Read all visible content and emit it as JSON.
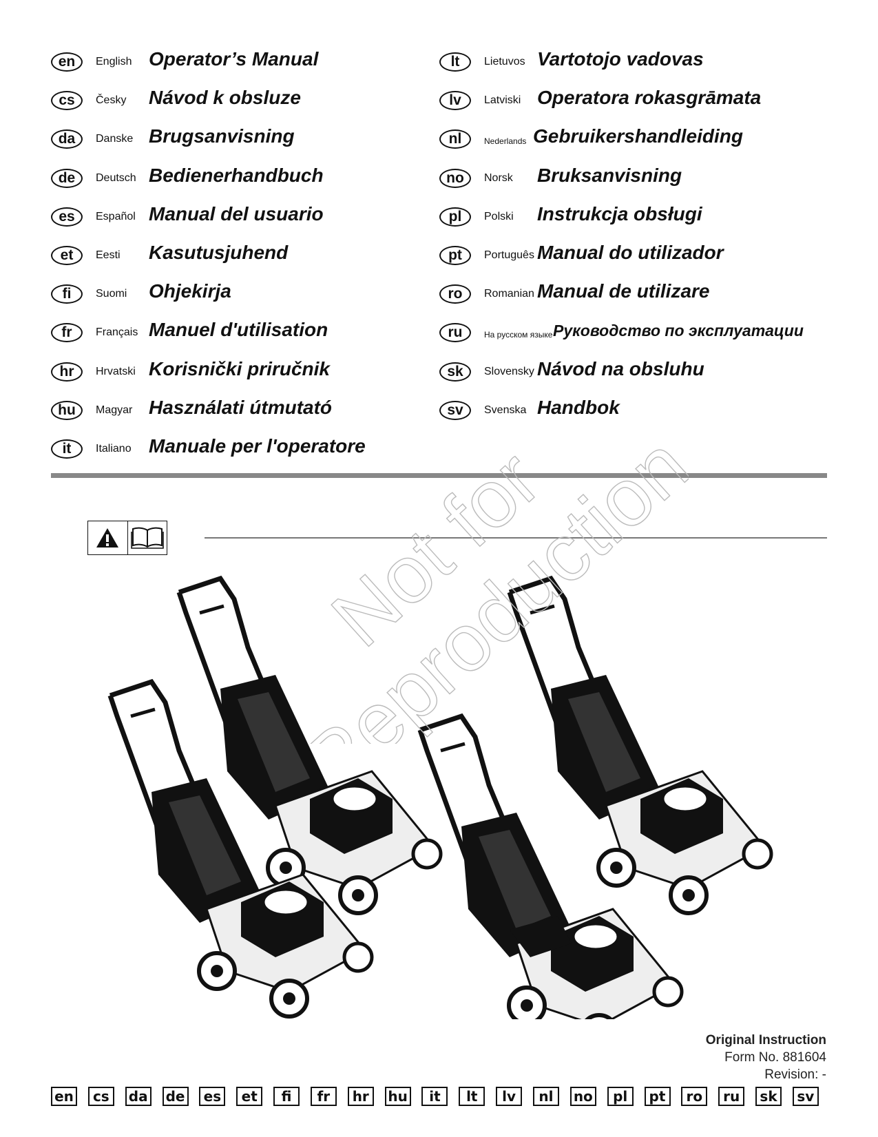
{
  "languages_left": [
    {
      "code": "en",
      "native": "English",
      "title": "Operator’s Manual"
    },
    {
      "code": "cs",
      "native": "Česky",
      "title": "Návod k obsluze"
    },
    {
      "code": "da",
      "native": "Danske",
      "title": "Brugsanvisning"
    },
    {
      "code": "de",
      "native": "Deutsch",
      "title": "Bedienerhandbuch"
    },
    {
      "code": "es",
      "native": "Español",
      "title": "Manual del usuario"
    },
    {
      "code": "et",
      "native": "Eesti",
      "title": "Kasutusjuhend"
    },
    {
      "code": "fi",
      "native": "Suomi",
      "title": "Ohjekirja"
    },
    {
      "code": "fr",
      "native": "Français",
      "title": "Manuel d'utilisation"
    },
    {
      "code": "hr",
      "native": "Hrvatski",
      "title": "Korisnički priručnik"
    },
    {
      "code": "hu",
      "native": "Magyar",
      "title": "Használati útmutató"
    },
    {
      "code": "it",
      "native": "Italiano",
      "title": "Manuale per l'operatore"
    }
  ],
  "languages_right": [
    {
      "code": "lt",
      "native": "Lietuvos",
      "title": "Vartotojo vadovas"
    },
    {
      "code": "lv",
      "native": "Latviski",
      "title": "Operatora rokasgrāmata"
    },
    {
      "code": "nl",
      "native": "Nederlands",
      "title": "Gebruikershandleiding"
    },
    {
      "code": "no",
      "native": "Norsk",
      "title": "Bruksanvisning"
    },
    {
      "code": "pl",
      "native": "Polski",
      "title": "Instrukcja obsługi"
    },
    {
      "code": "pt",
      "native": "Português",
      "title": "Manual do utilizador"
    },
    {
      "code": "ro",
      "native": "Romanian",
      "title": "Manual de utilizare"
    },
    {
      "code": "ru",
      "native": "На русском языке",
      "title": "Руководство по эксплуатации"
    },
    {
      "code": "sk",
      "native": "Slovensky",
      "title": "Návod na obsluhu"
    },
    {
      "code": "sv",
      "native": "Svenska",
      "title": "Handbok"
    }
  ],
  "watermark": {
    "line1": "Not for",
    "line2": "Reproduction"
  },
  "warning_icons": [
    "warning-triangle-icon",
    "open-book-icon"
  ],
  "footer": {
    "original_instruction": "Original Instruction",
    "form_no": "Form No. 881604",
    "revision": "Revision: -"
  },
  "code_strip": [
    "en",
    "cs",
    "da",
    "de",
    "es",
    "et",
    "fi",
    "fr",
    "hr",
    "hu",
    "it",
    "lt",
    "lv",
    "nl",
    "no",
    "pl",
    "pt",
    "ro",
    "ru",
    "sk",
    "sv"
  ]
}
